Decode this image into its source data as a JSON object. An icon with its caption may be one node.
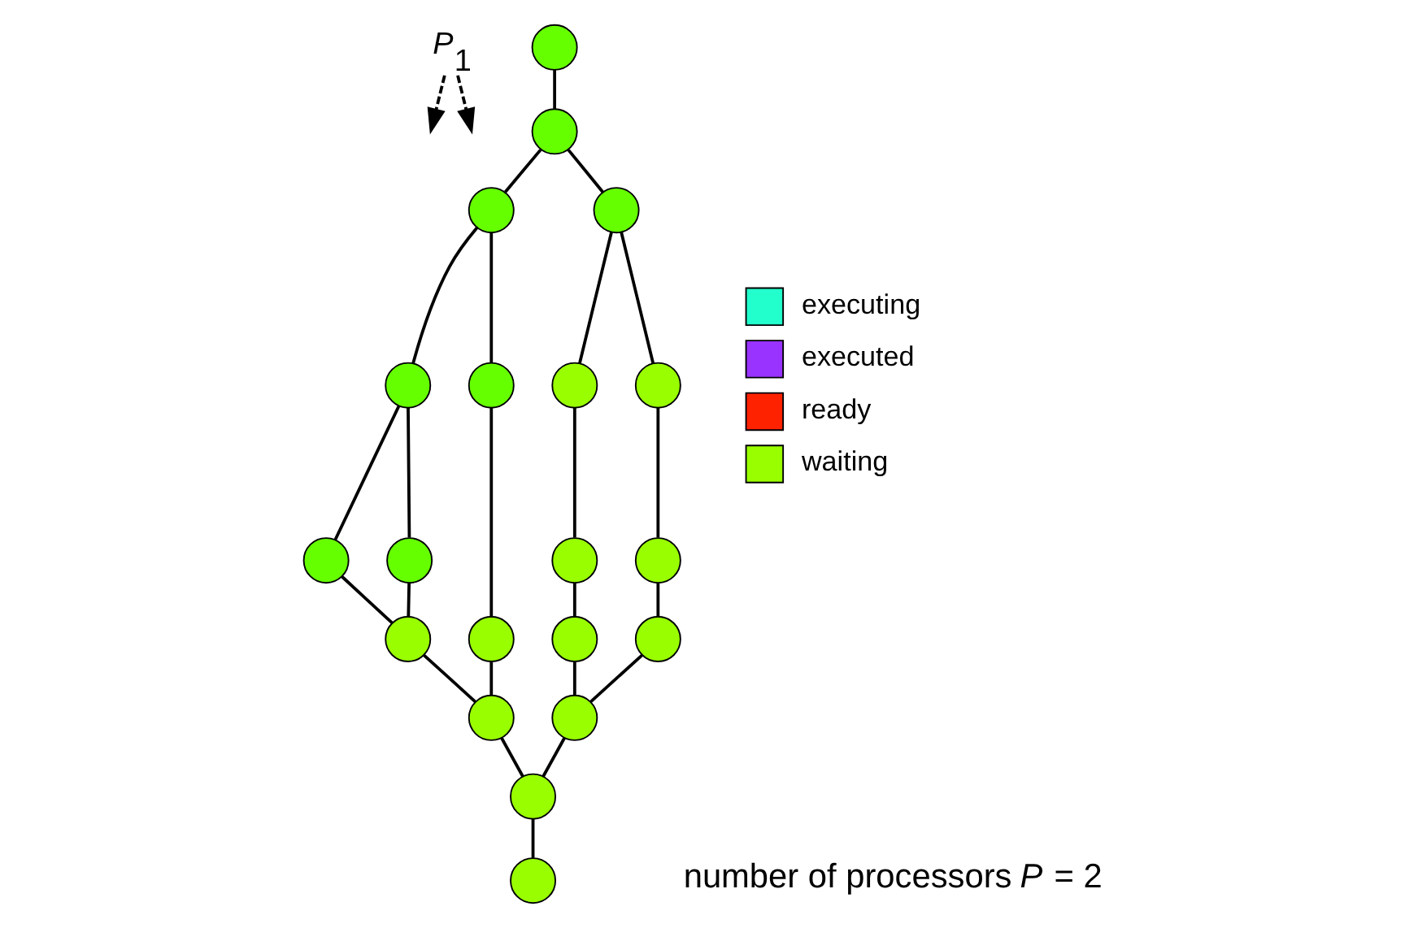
{
  "diagram": {
    "nodes": [
      {
        "text": [
          "*P*$_{1}$"
        ]
      },
      {
        "text": [],
        "shape": "circle"
      },
      {
        "text": [],
        "shape": "circle"
      },
      {
        "text": [],
        "shape": "circle"
      },
      {
        "text": [],
        "shape": "circle"
      },
      {
        "text": [],
        "shape": "circle"
      },
      {
        "text": [],
        "shape": "circle"
      },
      {
        "text": [],
        "shape": "circle"
      },
      {
        "text": [],
        "shape": "circle"
      },
      {
        "text": [],
        "shape": "circle"
      },
      {
        "text": [],
        "shape": "circle"
      },
      {
        "text": [],
        "shape": "circle"
      },
      {
        "text": [],
        "shape": "circle"
      },
      {
        "text": [],
        "shape": "circle"
      },
      {
        "text": [],
        "shape": "circle"
      },
      {
        "text": [],
        "shape": "circle"
      },
      {
        "text": [],
        "shape": "circle"
      },
      {
        "text": [],
        "shape": "circle"
      },
      {
        "text": [],
        "shape": "circle"
      },
      {
        "text": [],
        "shape": "circle"
      },
      {
        "text": [],
        "shape": "circle"
      }
    ],
    "edges": [
      {
        "from": 0,
        "to": null,
        "arrow": "to",
        "style": "dashed"
      },
      {
        "from": 0,
        "to": null,
        "arrow": "to",
        "style": "dashed"
      },
      {
        "from": 1,
        "to": 2,
        "arrow": "none"
      },
      {
        "from": 2,
        "to": 3,
        "arrow": "none"
      },
      {
        "from": 2,
        "to": 4,
        "arrow": "none"
      },
      {
        "from": 3,
        "to": 5,
        "arrow": "none"
      },
      {
        "from": 3,
        "to": 6,
        "arrow": "none"
      },
      {
        "from": 4,
        "to": 7,
        "arrow": "none"
      },
      {
        "from": 4,
        "to": 8,
        "arrow": "none"
      },
      {
        "from": 5,
        "to": 9,
        "arrow": "none"
      },
      {
        "from": 5,
        "to": 10,
        "arrow": "none"
      },
      {
        "from": 6,
        "to": 11,
        "arrow": "none"
      },
      {
        "from": 7,
        "to": 12,
        "arrow": "none"
      },
      {
        "from": 8,
        "to": 13,
        "arrow": "none"
      },
      {
        "from": 9,
        "to": 14,
        "arrow": "none"
      },
      {
        "from": 10,
        "to": 14,
        "arrow": "none"
      },
      {
        "from": 12,
        "to": 15,
        "arrow": "none"
      },
      {
        "from": 13,
        "to": 16,
        "arrow": "none"
      },
      {
        "from": 14,
        "to": 17,
        "arrow": "none"
      },
      {
        "from": 11,
        "to": 17,
        "arrow": "none"
      },
      {
        "from": 15,
        "to": 18,
        "arrow": "none"
      },
      {
        "from": 16,
        "to": 18,
        "arrow": "none"
      },
      {
        "from": 17,
        "to": 19,
        "arrow": "none"
      },
      {
        "from": 18,
        "to": 19,
        "arrow": "none"
      },
      {
        "from": 19,
        "to": 20,
        "arrow": "none"
      }
    ],
    "labels": [
      "number of processors *P* = 2"
    ],
    "legend": [
      {
        "text": "executing",
        "color": "#22ffcc"
      },
      {
        "text": "executed",
        "color": "#9933ff"
      },
      {
        "text": "ready",
        "color": "#ff2200"
      },
      {
        "text": "waiting",
        "color": "#99ff00"
      }
    ]
  }
}
